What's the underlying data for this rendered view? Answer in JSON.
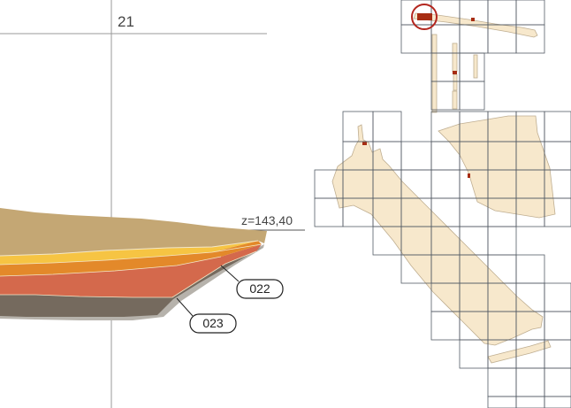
{
  "section": {
    "grid_label": "21",
    "elevation_label": "z=143,40",
    "layer_labels": [
      {
        "id": "layer-022",
        "text": "022"
      },
      {
        "id": "layer-023",
        "text": "023"
      }
    ]
  },
  "colors": {
    "topsoil": "#c4a774",
    "yellow_layer": "#f6c443",
    "orange_layer": "#e3892a",
    "red_layer": "#d4694c",
    "dark_layer": "#756a5e",
    "grey_edge": "#b6b2ab",
    "plan_fill": "#f7e8cc",
    "plan_stroke": "#bfae91",
    "grid_line": "#555d66",
    "marker_circle": "#b3261e",
    "marker_fill": "#a72d13"
  }
}
